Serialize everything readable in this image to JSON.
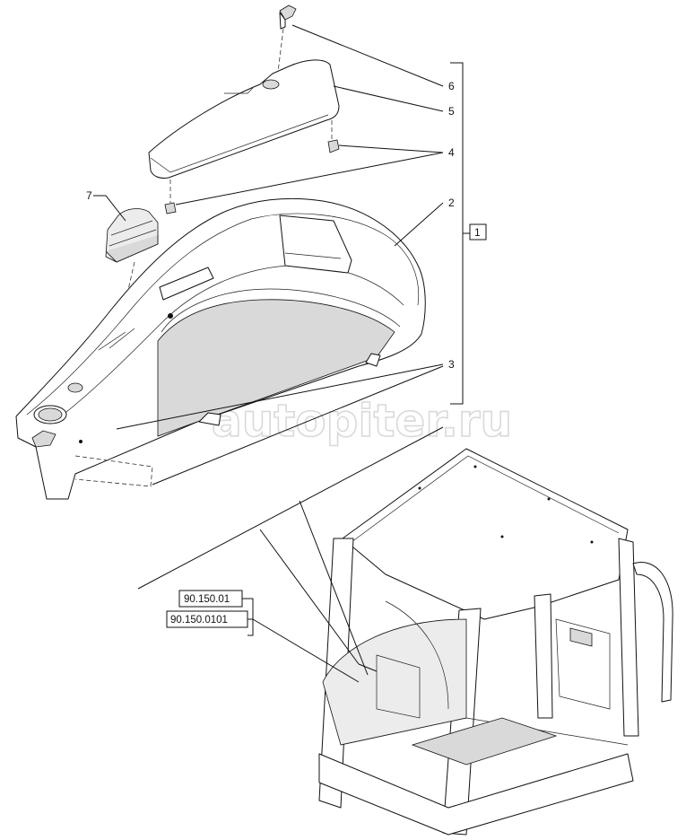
{
  "callouts": [
    "1",
    "2",
    "3",
    "4",
    "5",
    "6",
    "7"
  ],
  "references": [
    "90.150.01",
    "90.150.0101"
  ],
  "watermark": "autopiter.ru",
  "colors": {
    "line": "#111111",
    "shade": "#d9d9d9",
    "watermark": "#d9d9d9",
    "background": "#ffffff"
  }
}
